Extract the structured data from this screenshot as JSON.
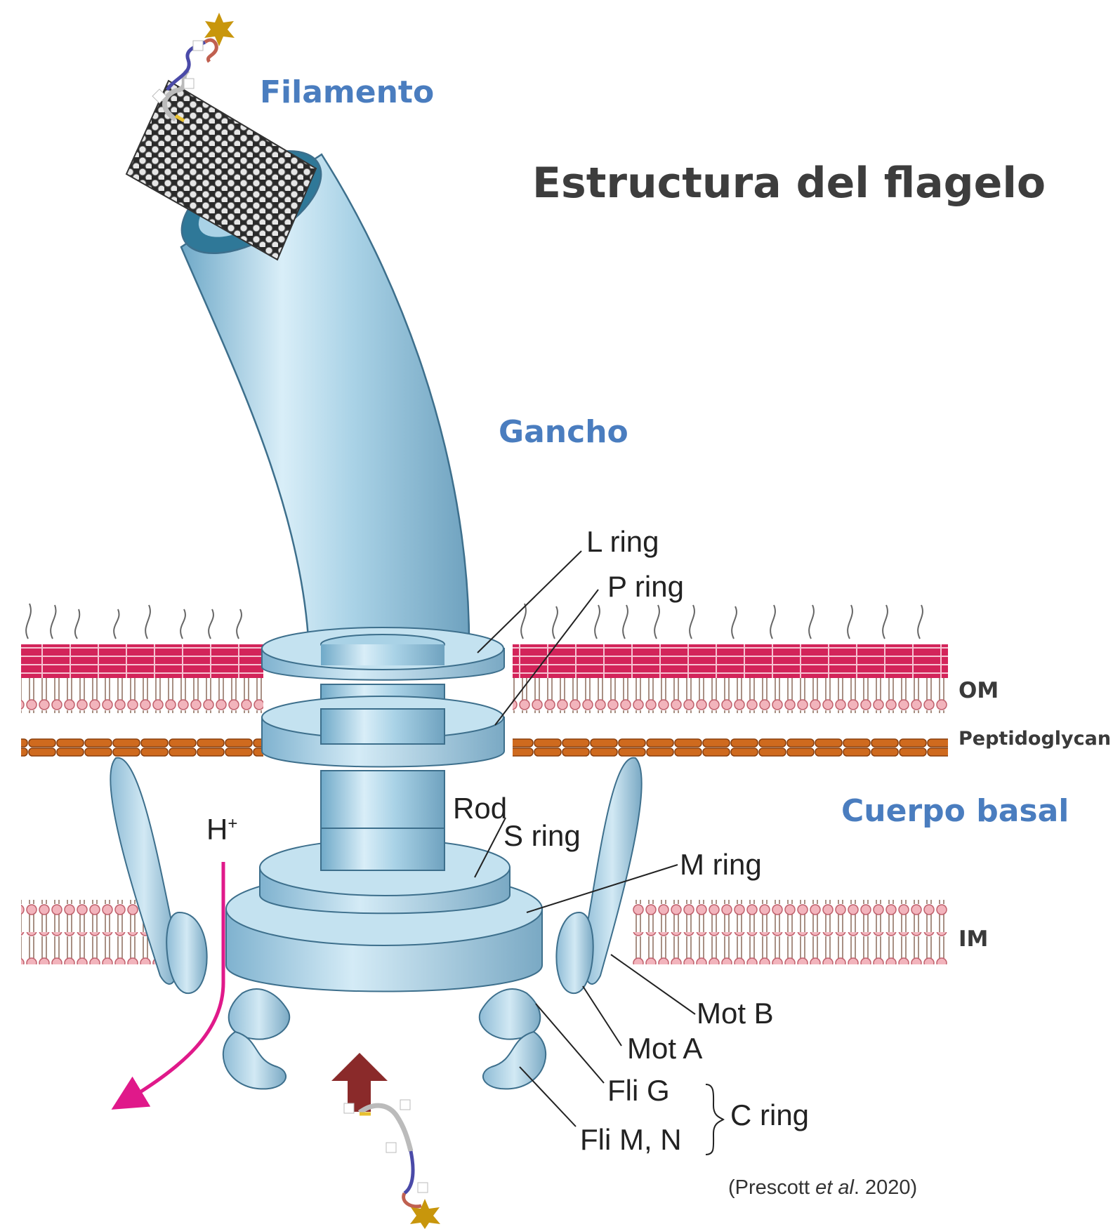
{
  "title": "Estructura del flagelo",
  "regions": {
    "filamento": "Filamento",
    "gancho": "Gancho",
    "cuerpo_basal": "Cuerpo basal"
  },
  "layers": {
    "om": "OM",
    "peptidoglycan": "Peptidoglycan",
    "im": "IM"
  },
  "parts": {
    "l_ring": "L ring",
    "p_ring": "P ring",
    "rod": "Rod",
    "s_ring": "S ring",
    "m_ring": "M ring",
    "mot_b": "Mot B",
    "mot_a": "Mot A",
    "fli_g": "Fli G",
    "fli_mn": "Fli M, N",
    "c_ring": "C ring"
  },
  "proton": {
    "base": "H",
    "sup": "+"
  },
  "citation": {
    "pre": "(Prescott ",
    "italic": "et al",
    "post": ". 2020)"
  },
  "colors": {
    "label_blue": "#4a7dbf",
    "structure": "#a9d2e6",
    "lps": "#d6245a",
    "lipid_head": "#f2b4bc",
    "peptidoglycan": "#cf6a1e",
    "proton_arrow": "#e0198a",
    "export_arrow": "#8a2a2a",
    "star": "#c8960c"
  }
}
